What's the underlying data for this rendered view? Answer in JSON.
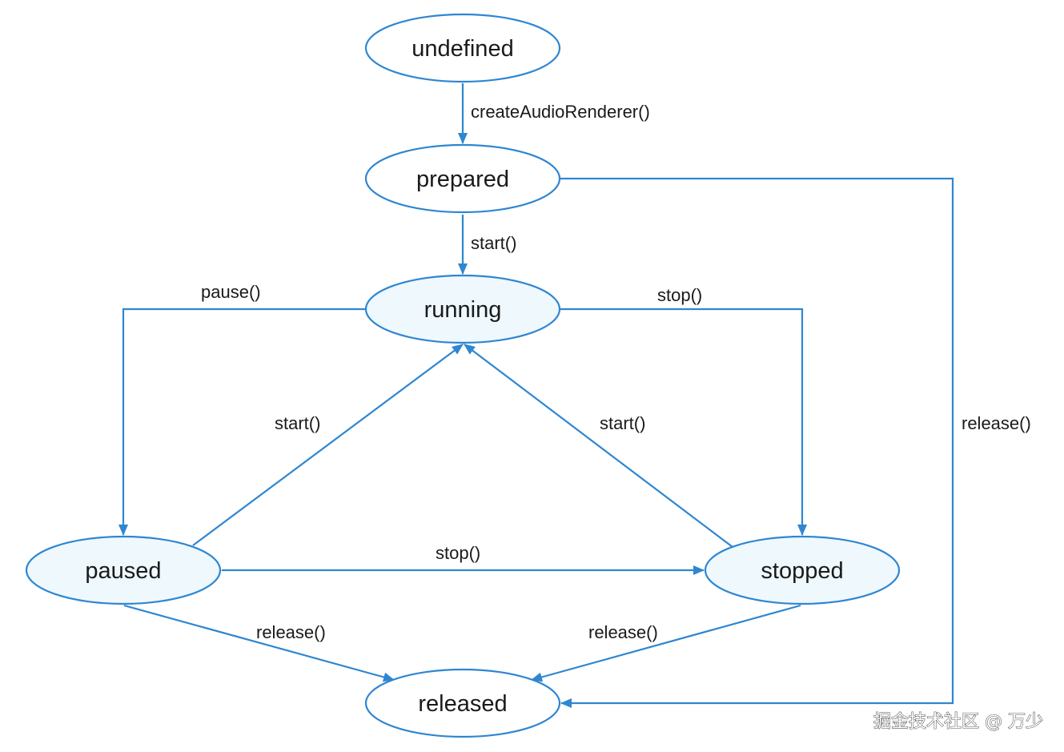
{
  "diagram": {
    "colors": {
      "stroke": "#2f86d1",
      "fill_plain": "#ffffff",
      "fill_active": "#eef8fd",
      "text": "#1a1a1a"
    },
    "nodes": {
      "undefined": "undefined",
      "prepared": "prepared",
      "running": "running",
      "paused": "paused",
      "stopped": "stopped",
      "released": "released"
    },
    "edges": {
      "create": "createAudioRenderer()",
      "prepared_start": "start()",
      "running_pause": "pause()",
      "running_stop": "stop()",
      "paused_start": "start()",
      "stopped_start": "start()",
      "paused_stop": "stop()",
      "paused_release": "release()",
      "stopped_release": "release()",
      "prepared_release": "release()"
    }
  },
  "watermark": "掘金技术社区 @ 万少"
}
